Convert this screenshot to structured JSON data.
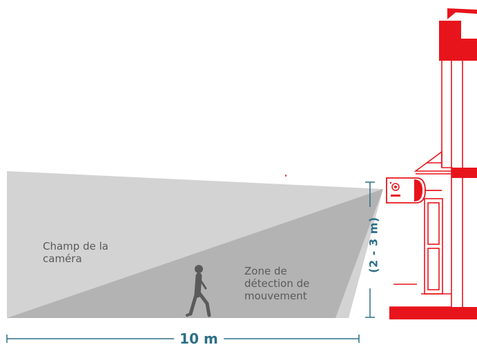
{
  "labels": {
    "camera_field_line1": "Champ de la",
    "camera_field_line2": "caméra",
    "motion_zone_line1": "Zone de",
    "motion_zone_line2": "détection de",
    "motion_zone_line3": "mouvement",
    "height": "(2 - 3 m)",
    "distance": "10 m"
  },
  "colors": {
    "building": "#e8141c",
    "dimension": "#2d6f86",
    "camera_field": "#d3d3d3",
    "motion_zone": "#b3b3b3",
    "person": "#5a5a5a",
    "text": "#5a5a5a"
  },
  "icons": {
    "camera": "security-camera-icon",
    "person": "walking-person-icon"
  }
}
